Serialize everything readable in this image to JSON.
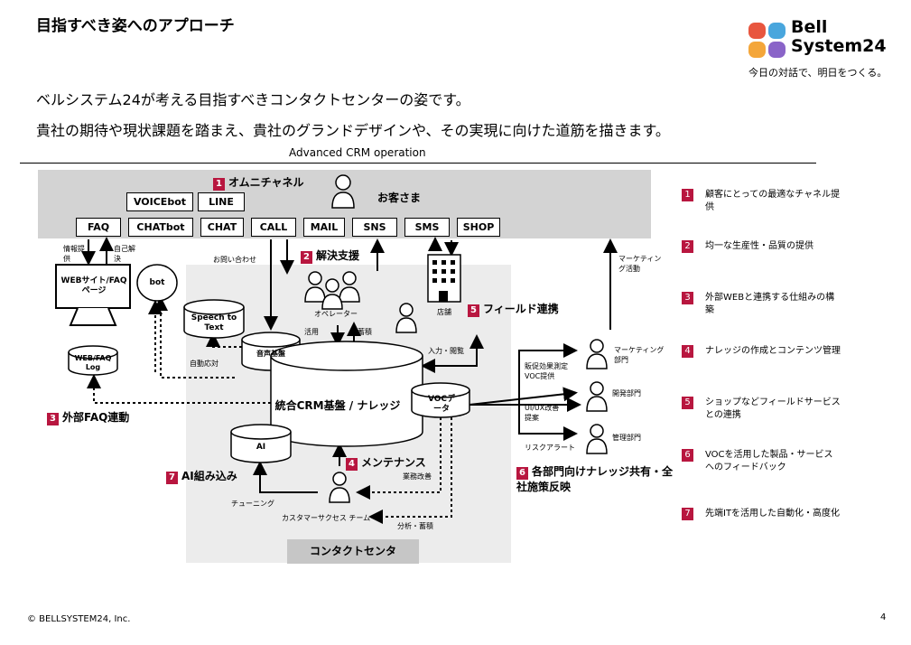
{
  "page": {
    "title": "目指すべき姿へのアプローチ",
    "lead_1": "ベルシステム24が考える目指すべきコンタクトセンターの姿です。",
    "lead_2": "貴社の期待や現状課題を踏まえ、貴社のグランドデザインや、その実現に向けた道筋を描きます。",
    "diagram_title": "Advanced CRM operation",
    "footer": "© BELLSYSTEM24, Inc.",
    "page_number": "4"
  },
  "logo": {
    "line1": "Bell",
    "line2": "System24",
    "tagline": "今日の対話で、明日をつくる。"
  },
  "channels": {
    "top": [
      "VOICEbot",
      "LINE"
    ],
    "bottom": [
      "FAQ",
      "CHATbot",
      "CHAT",
      "CALL",
      "MAIL",
      "SNS",
      "SMS",
      "SHOP"
    ]
  },
  "diagram": {
    "customer": "お客さま",
    "omni_num": "1",
    "omni": "オムニチャネル",
    "solve_num": "2",
    "solve": "解決支援",
    "faq_num": "3",
    "faq": "外部FAQ連動",
    "maint_num": "4",
    "maint": "メンテナンス",
    "field_num": "5",
    "field": "フィールド連携",
    "share_num": "6",
    "share": "各部門向けナレッジ共有・全社施策反映",
    "ai_num": "7",
    "ai": "AI組み込み",
    "website": "WEBサイト/FAQページ",
    "weblog": "WEB/FAQ Log",
    "bot": "bot",
    "stt": "Speech to Text",
    "voice_base": "音声基盤",
    "crm": "統合CRM基盤 / ナレッジ",
    "voc": "VOCデータ",
    "ai_box": "AI",
    "center": "コンタクトセンタ",
    "operator": "オペレーター",
    "store": "店舗",
    "cs_team": "カスタマーサクセス チーム",
    "mk_dept": "マーケティング部門",
    "dev_dept": "開発部門",
    "mgmt_dept": "管理部門",
    "n_info": "情報提供",
    "n_self": "自己解決",
    "n_inquiry": "お問い合わせ",
    "n_use": "活用",
    "n_store_acc": "蓄積",
    "n_io": "入力・閲覧",
    "n_mkact": "マーケティング活動",
    "n_promo": "販促効果測定VOC提供",
    "n_uiux": "UI/UX改善提案",
    "n_risk": "リスクアラート",
    "n_auto": "自動応対",
    "n_biz": "業務改善",
    "n_tune": "チューニング",
    "n_analysis": "分析・蓄積"
  },
  "right_list": [
    {
      "num": "1",
      "text": "顧客にとっての最適なチャネル提供"
    },
    {
      "num": "2",
      "text": "均一な生産性・品質の提供"
    },
    {
      "num": "3",
      "text": "外部WEBと連携する仕組みの構築"
    },
    {
      "num": "4",
      "text": "ナレッジの作成とコンテンツ管理"
    },
    {
      "num": "5",
      "text": "ショップなどフィールドサービスとの連携"
    },
    {
      "num": "6",
      "text": "VOCを活用した製品・サービスへのフィードバック"
    },
    {
      "num": "7",
      "text": "先端ITを活用した自動化・高度化"
    }
  ],
  "colors": {
    "accent": "#b8163f",
    "band": "#d3d3d3",
    "center_bg": "#ececec"
  }
}
